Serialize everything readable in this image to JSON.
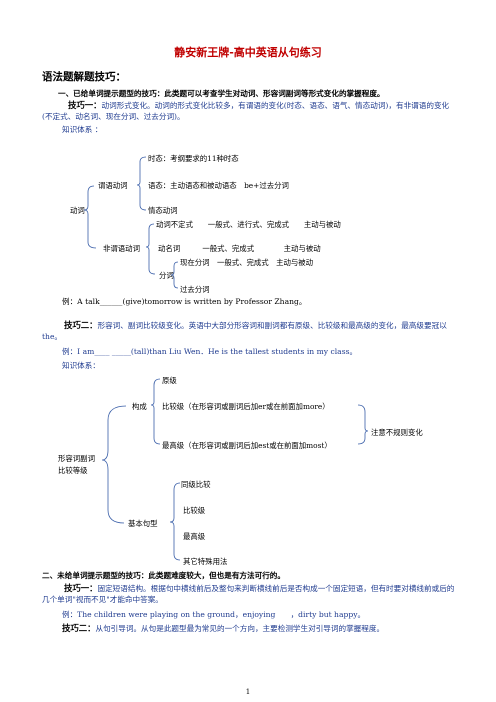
{
  "title": "静安新王牌-高中英语从句练习",
  "section_heading": "语法题解题技巧：",
  "point1": "一、已给单词提示题型的技巧：此类题可以考查学生对动词、形容词副词等形式变化的掌握程度。",
  "skill1_label": "技巧一：",
  "skill1_text": "动词形式变化。动词的形式变化比较多，有谓语的变化(时态、语态、语气、情态动词)，有非谓语的变化(不定式、动名词、现在分词、过去分词)。",
  "knowledge1": "知识体系 ：",
  "tree1": {
    "root": "动词",
    "predicate": "谓语动词",
    "tense": "时态：考纲要求的11种时态",
    "voice": "语态：主动语态和被动语态　be+过去分词",
    "mood": "情态动词",
    "nonpredicate": "非谓语动词",
    "infinitive": "动词不定式　　一般式、进行式、完成式　　主动与被动",
    "gerund": "动名词　　　一般式、完成式　　　　主动与被动",
    "participle": "分词",
    "present_participle": "现在分词　一般式、完成式　主动与被动",
    "past_participle": "过去分词"
  },
  "example1": "例：A talk______(give)tomorrow is written by Professor Zhang。",
  "skill2_label": "技巧二：",
  "skill2_text": "形容词、副词比较级变化。英语中大部分形容词和副词都有原级、比较级和最高级的变化，最高级要冠以the。",
  "example2": "例：I am____ _____(tall)than Liu Wen．He is the tallest students in my class。",
  "knowledge2": "知识体系：",
  "tree2": {
    "root_line1": "形容词副词",
    "root_line2": "比较等级",
    "form": "构成",
    "positive": "原级",
    "comparative": "比较级（在形容词或副词后加er或在前面加more）",
    "superlative": "最高级（在形容词或副词后加est或在前面加most）",
    "irregular": "注意不规则变化",
    "pattern": "基本句型",
    "same_degree": "同级比较",
    "comp_pattern": "比较级",
    "sup_pattern": "最高级",
    "special": "其它特殊用法"
  },
  "point2": "二、未给单词提示题型的技巧：此类题难度较大，但也是有方法可行的。",
  "skill1b_label": "技巧一：",
  "skill1b_text": "固定短语结构。根据句中横线前后及整句来判断横线前后是否构成一个固定短语，但有时要对横线前或后的几个单词\"视而不见\"才能命中答案。",
  "example3": "例：The children were playing on the ground，enjoying　　，dirty but happy。",
  "skill2b_label": "技巧二：",
  "skill2b_text": "从句引导词。从句是此题型最为常见的一个方向，主要检测学生对引导词的掌握程度。",
  "page_number": "1"
}
